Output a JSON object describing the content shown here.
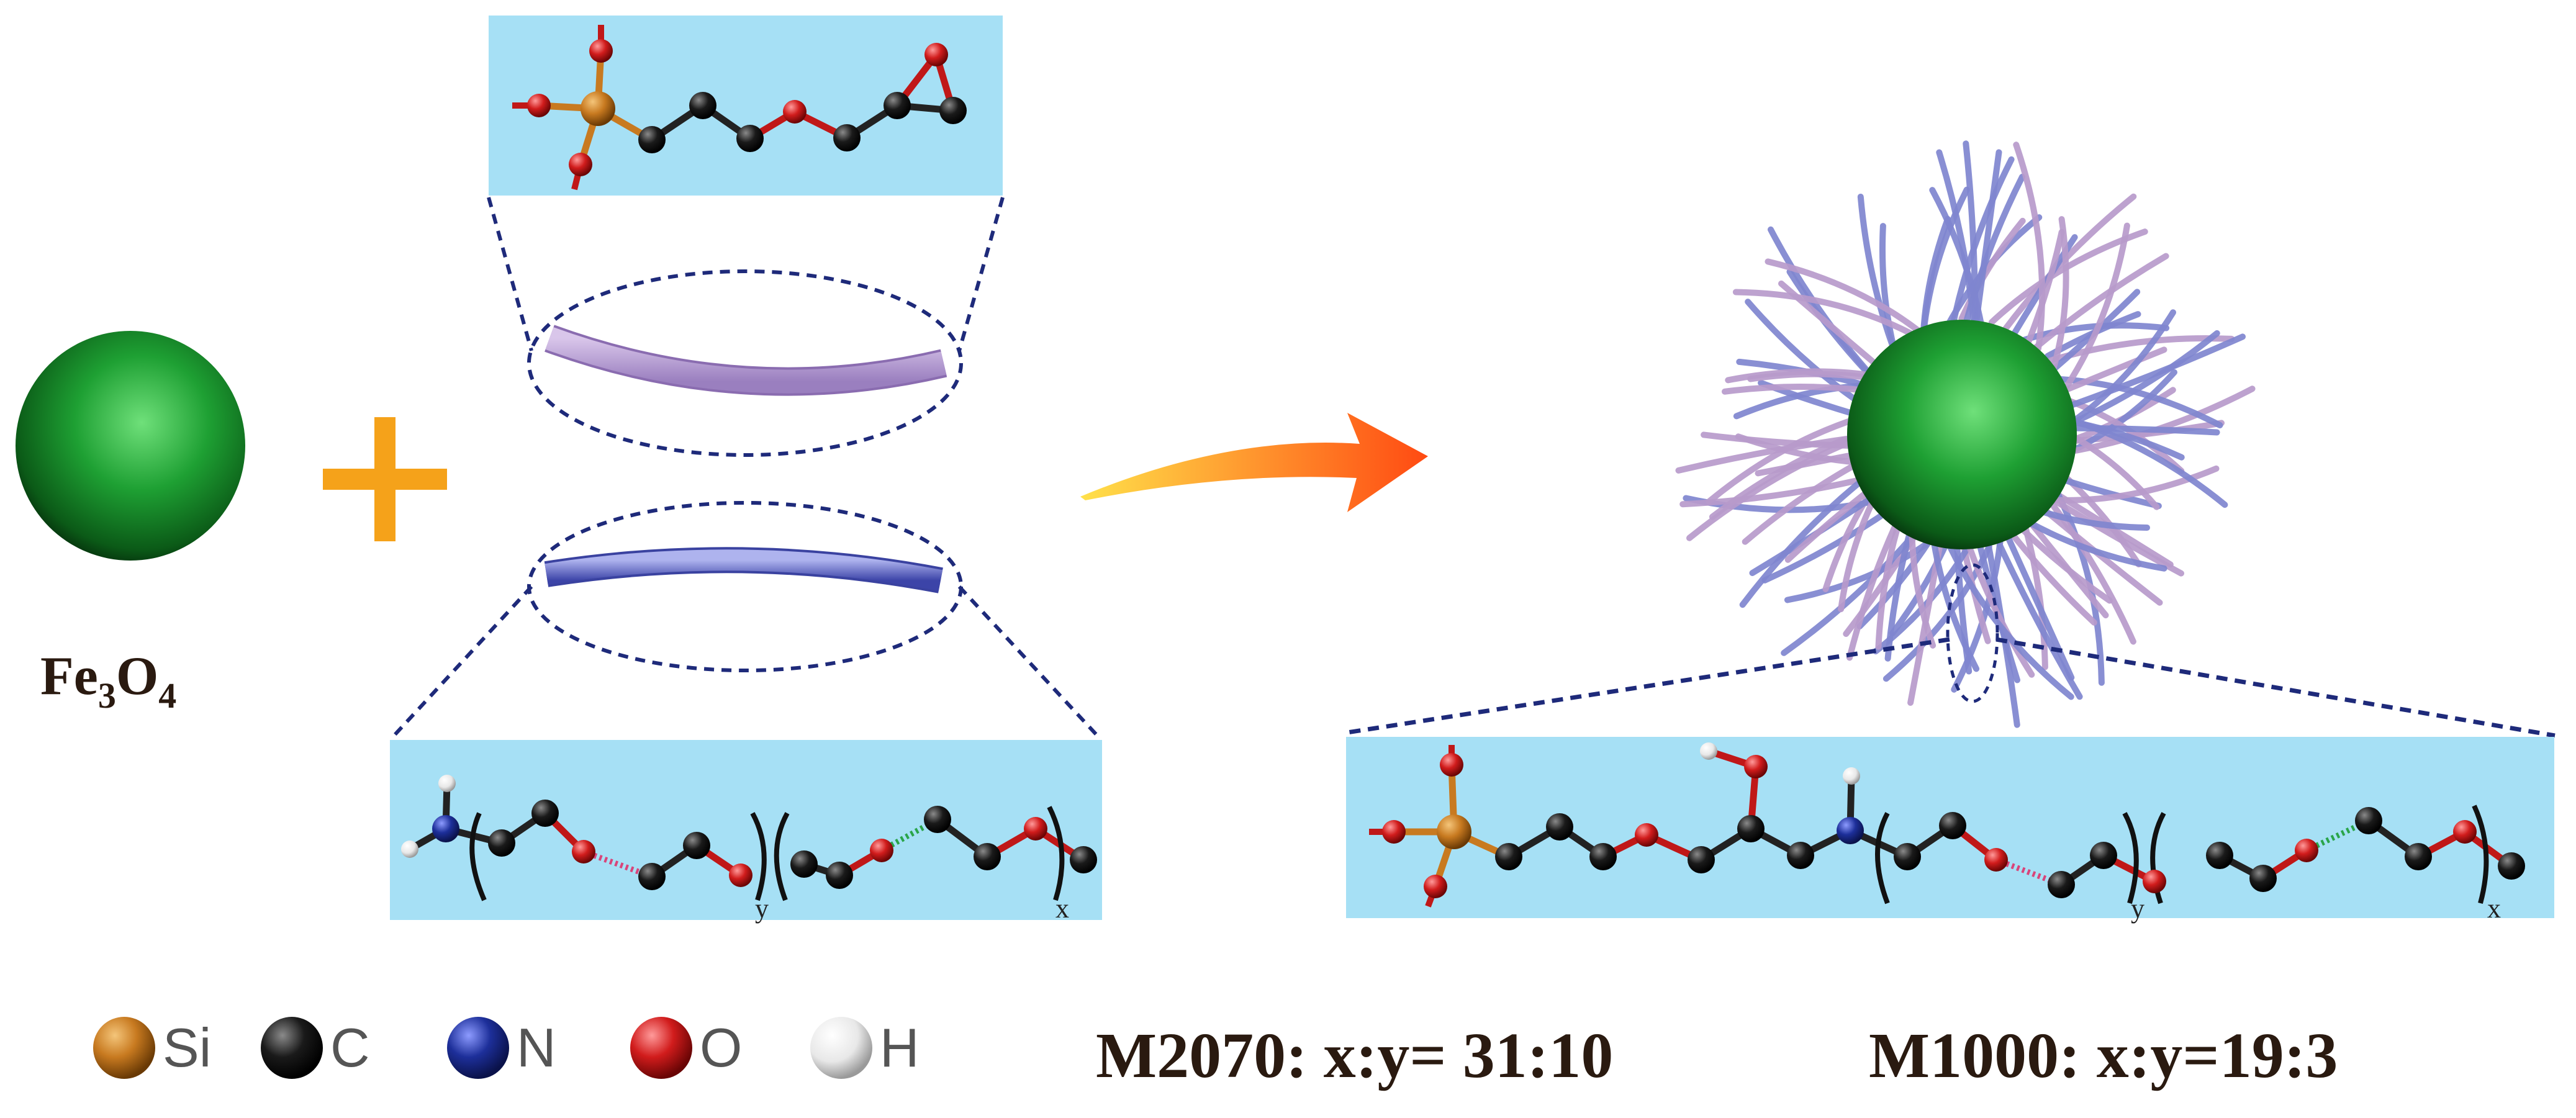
{
  "particle_label": {
    "base": "Fe",
    "sub1": "3",
    "mid": "O",
    "sub2": "4"
  },
  "chain_subscripts": {
    "left_y": "y",
    "left_x": "x",
    "right_y": "y",
    "right_x": "x"
  },
  "legend": [
    {
      "symbol": "Si",
      "icon": "silicon-atom-icon",
      "color": "#c87a20"
    },
    {
      "symbol": "C",
      "icon": "carbon-atom-icon",
      "color": "#111111"
    },
    {
      "symbol": "N",
      "icon": "nitrogen-atom-icon",
      "color": "#1d2f9a"
    },
    {
      "symbol": "O",
      "icon": "oxygen-atom-icon",
      "color": "#d11c1c"
    },
    {
      "symbol": "H",
      "icon": "hydrogen-atom-icon",
      "color": "#e6e6e6"
    }
  ],
  "ratios": [
    "M2070: x:y= 31:10",
    "M1000: x:y=19:3"
  ],
  "colors": {
    "panel": "#a6e0f5",
    "fe3o4": "#1e9e2e",
    "chain_purple": "#b89ccf",
    "chain_blue": "#6b72c2",
    "dashed": "#1e2a7a",
    "arrow_start": "#ffd200",
    "arrow_end": "#ff4a12",
    "plus": "#f5a21a",
    "bond": "#222222"
  }
}
